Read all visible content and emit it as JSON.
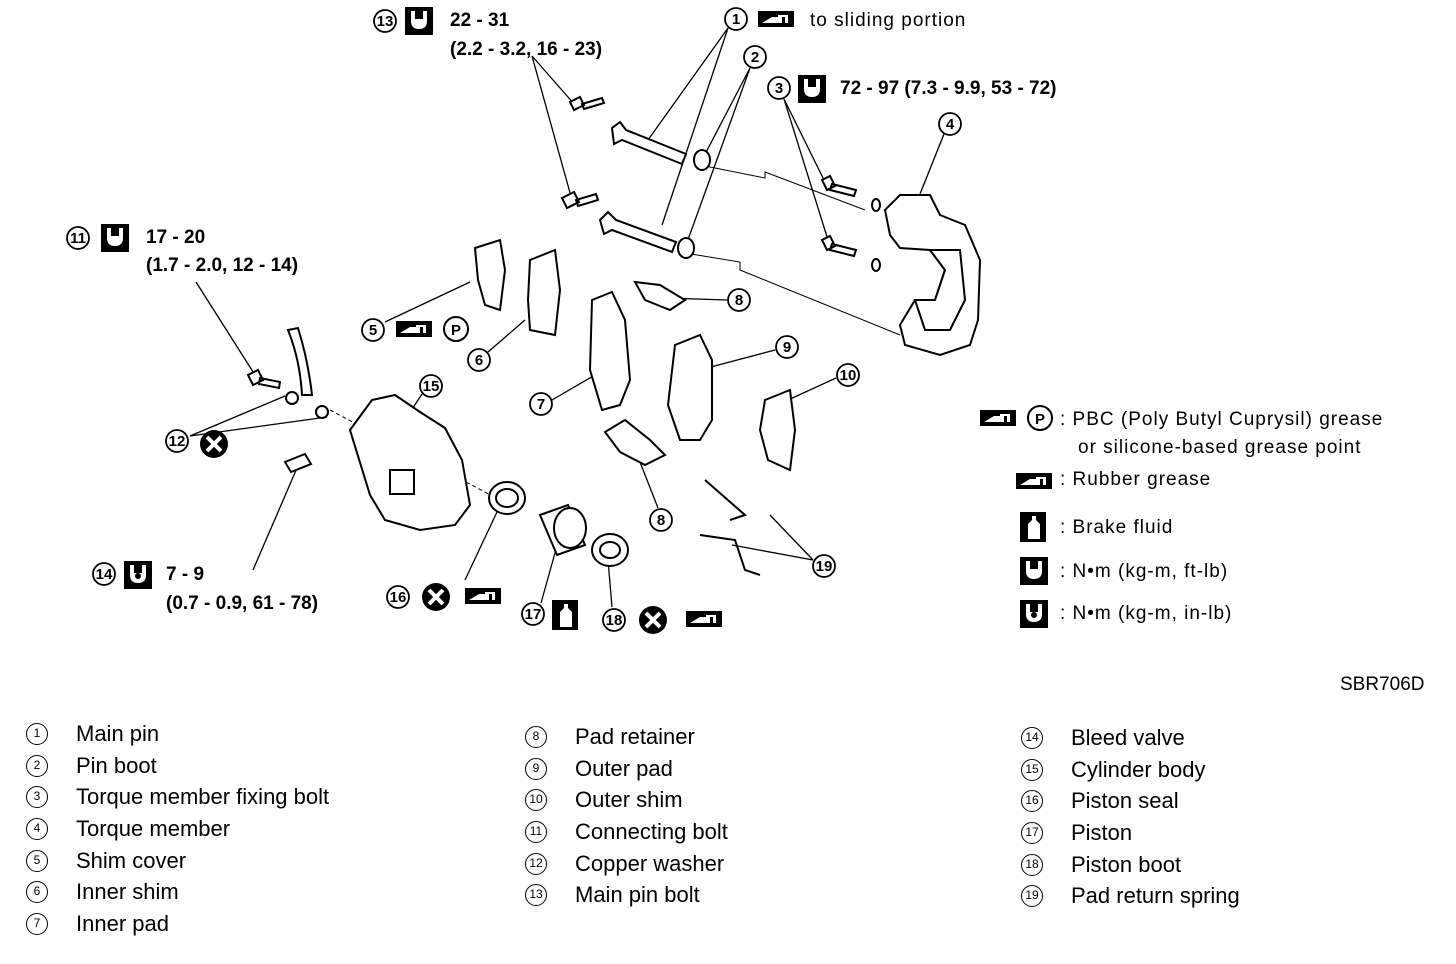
{
  "diagram": {
    "code": "SBR706D",
    "torque": {
      "t13": "22 - 31",
      "t13b": "(2.2 - 3.2, 16 - 23)",
      "t1": "to sliding portion",
      "t3": "72 - 97 (7.3 - 9.9, 53 - 72)",
      "t11": "17 - 20",
      "t11b": "(1.7 - 2.0, 12 - 14)",
      "t14": "7 - 9",
      "t14b": "(0.7 - 0.9, 61 - 78)"
    },
    "key": {
      "pbc_line1": ": PBC (Poly Butyl Cuprysil) grease",
      "pbc_line2": "or silicone-based grease point",
      "rubber": ": Rubber grease",
      "fluid": ": Brake fluid",
      "nm_ftlb": ": N•m (kg-m, ft-lb)",
      "nm_inlb": ": N•m (kg-m, in-lb)",
      "p": "P"
    },
    "callouts": [
      "1",
      "2",
      "3",
      "4",
      "5",
      "6",
      "7",
      "8",
      "8",
      "9",
      "10",
      "11",
      "12",
      "13",
      "14",
      "15",
      "16",
      "17",
      "18",
      "19"
    ]
  },
  "parts": {
    "col1": [
      {
        "n": "1",
        "label": "Main pin"
      },
      {
        "n": "2",
        "label": "Pin boot"
      },
      {
        "n": "3",
        "label": "Torque member fixing bolt"
      },
      {
        "n": "4",
        "label": "Torque member"
      },
      {
        "n": "5",
        "label": "Shim cover"
      },
      {
        "n": "6",
        "label": "Inner shim"
      },
      {
        "n": "7",
        "label": "Inner pad"
      }
    ],
    "col2": [
      {
        "n": "8",
        "label": "Pad retainer"
      },
      {
        "n": "9",
        "label": "Outer pad"
      },
      {
        "n": "10",
        "label": "Outer shim"
      },
      {
        "n": "11",
        "label": "Connecting bolt"
      },
      {
        "n": "12",
        "label": "Copper washer"
      },
      {
        "n": "13",
        "label": "Main pin bolt"
      }
    ],
    "col3": [
      {
        "n": "14",
        "label": "Bleed valve"
      },
      {
        "n": "15",
        "label": "Cylinder body"
      },
      {
        "n": "16",
        "label": "Piston seal"
      },
      {
        "n": "17",
        "label": "Piston"
      },
      {
        "n": "18",
        "label": "Piston boot"
      },
      {
        "n": "19",
        "label": "Pad return spring"
      }
    ]
  }
}
